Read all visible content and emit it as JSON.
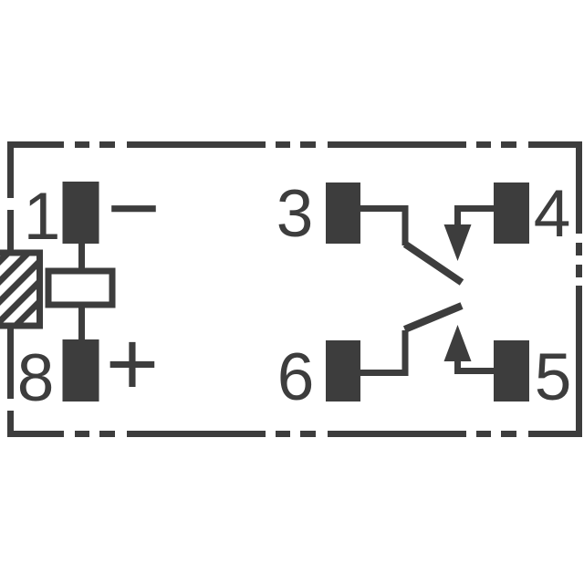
{
  "page": {
    "background": "#ffffff"
  },
  "colors": {
    "ink": "#3d3d3d"
  },
  "schematic": {
    "type": "relay-pinout",
    "coil": {
      "top_pin": {
        "label": "1",
        "polarity": "−"
      },
      "bottom_pin": {
        "label": "8",
        "polarity": "+"
      }
    },
    "contacts": {
      "top_left_pin": "3",
      "top_right_pin": "4",
      "bottom_left_pin": "6",
      "bottom_right_pin": "5"
    }
  }
}
